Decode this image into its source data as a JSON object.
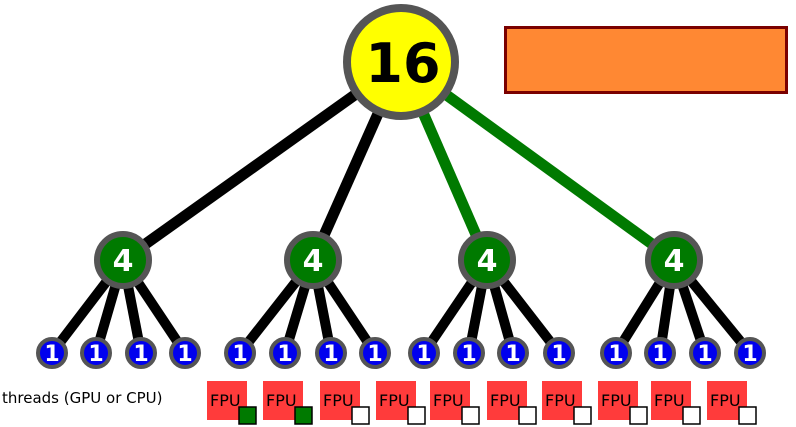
{
  "root": {
    "label": "16",
    "color": "#ffff00"
  },
  "groups": [
    {
      "label": "4",
      "color": "#007a00",
      "edge_color": "#000000",
      "leaves": [
        "1",
        "1",
        "1",
        "1"
      ]
    },
    {
      "label": "4",
      "color": "#007a00",
      "edge_color": "#000000",
      "leaves": [
        "1",
        "1",
        "1",
        "1"
      ]
    },
    {
      "label": "4",
      "color": "#007a00",
      "edge_color": "#007a00",
      "leaves": [
        "1",
        "1",
        "1",
        "1"
      ]
    },
    {
      "label": "4",
      "color": "#007a00",
      "edge_color": "#007a00",
      "leaves": [
        "1",
        "1",
        "1",
        "1"
      ]
    }
  ],
  "leaf_color": "#0000ee",
  "threads_label": "threads (GPU or CPU)",
  "fpu_units": [
    {
      "label": "FPU",
      "active": true
    },
    {
      "label": "FPU",
      "active": true
    },
    {
      "label": "FPU",
      "active": false
    },
    {
      "label": "FPU",
      "active": false
    },
    {
      "label": "FPU",
      "active": false
    },
    {
      "label": "FPU",
      "active": false
    },
    {
      "label": "FPU",
      "active": false
    },
    {
      "label": "FPU",
      "active": false
    },
    {
      "label": "FPU",
      "active": false
    },
    {
      "label": "FPU",
      "active": false
    }
  ],
  "colors": {
    "fpu_box": "#ff3b3b",
    "fpu_active_check": "#007a00",
    "banner_fill": "#ff8833",
    "banner_border": "#7a0000",
    "node_border": "#555555"
  }
}
